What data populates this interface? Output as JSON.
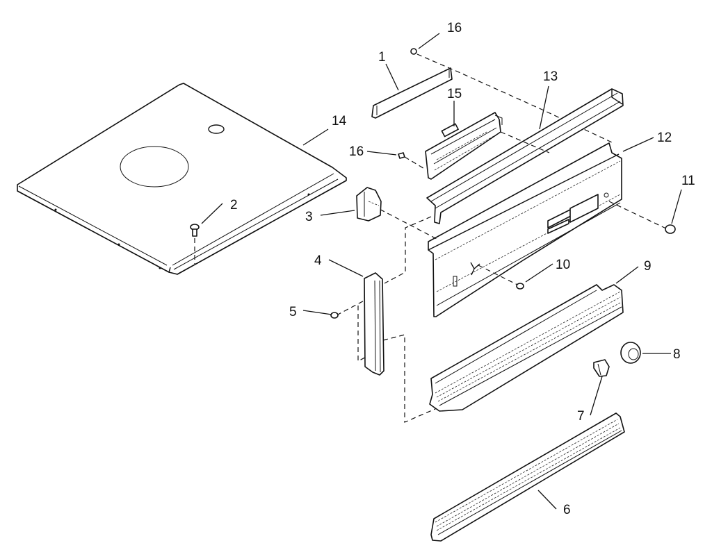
{
  "diagram": {
    "type": "exploded-parts-view",
    "line_color": "#111111",
    "background": "#ffffff",
    "callouts": [
      {
        "id": "1",
        "label": "1",
        "part": "trim-strip"
      },
      {
        "id": "2",
        "label": "2",
        "part": "screw"
      },
      {
        "id": "3",
        "label": "3",
        "part": "switch"
      },
      {
        "id": "4",
        "label": "4",
        "part": "end-bracket"
      },
      {
        "id": "5",
        "label": "5",
        "part": "screw"
      },
      {
        "id": "6",
        "label": "6",
        "part": "trim-bottom"
      },
      {
        "id": "7",
        "label": "7",
        "part": "switch-small"
      },
      {
        "id": "8",
        "label": "8",
        "part": "knob"
      },
      {
        "id": "9",
        "label": "9",
        "part": "trim-front"
      },
      {
        "id": "10",
        "label": "10",
        "part": "screw"
      },
      {
        "id": "11",
        "label": "11",
        "part": "plug-button"
      },
      {
        "id": "12",
        "label": "12",
        "part": "control-panel"
      },
      {
        "id": "13",
        "label": "13",
        "part": "trim-top"
      },
      {
        "id": "14",
        "label": "14",
        "part": "top-cover"
      },
      {
        "id": "15",
        "label": "15",
        "part": "control-board"
      },
      {
        "id": "16a",
        "label": "16",
        "part": "screw"
      },
      {
        "id": "16b",
        "label": "16",
        "part": "screw"
      }
    ]
  }
}
